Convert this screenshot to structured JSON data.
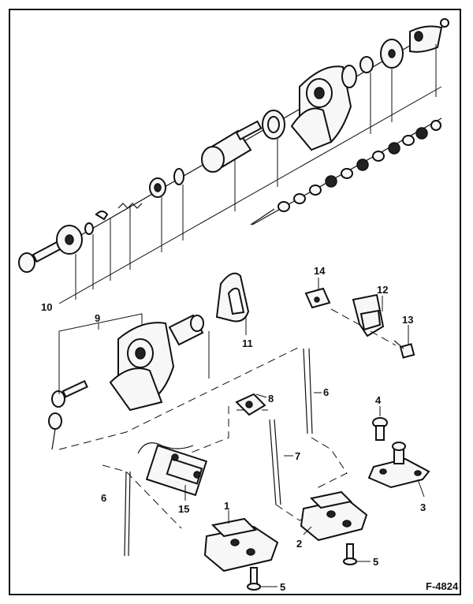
{
  "figure_id": "F-4824",
  "callouts": {
    "c1": "1",
    "c2": "2",
    "c3": "3",
    "c4": "4",
    "c5a": "5",
    "c5b": "5",
    "c6a": "6",
    "c6b": "6",
    "c7": "7",
    "c8": "8",
    "c9": "9",
    "c10": "10",
    "c11": "11",
    "c12": "12",
    "c13": "13",
    "c14": "14",
    "c15": "15"
  }
}
